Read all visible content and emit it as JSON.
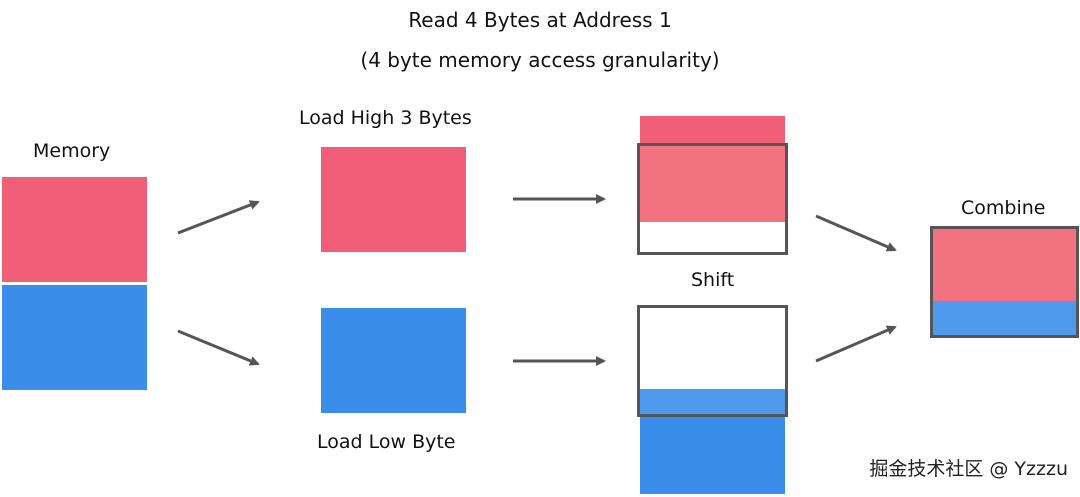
{
  "title": {
    "line1": "Read 4 Bytes at Address 1",
    "line2": "(4 byte memory access granularity)"
  },
  "labels": {
    "memory": "Memory",
    "load_high": "Load High 3 Bytes",
    "load_low": "Load Low Byte",
    "shift": "Shift",
    "combine": "Combine"
  },
  "watermark": "掘金技术社区 @ Yzzzu",
  "colors": {
    "high_bytes": "#f05e78",
    "high_bytes_light": "#f2727f",
    "low_byte": "#3a8de8",
    "low_byte_light": "#4f9aec",
    "frame": "#555555",
    "arrow": "#555555"
  }
}
